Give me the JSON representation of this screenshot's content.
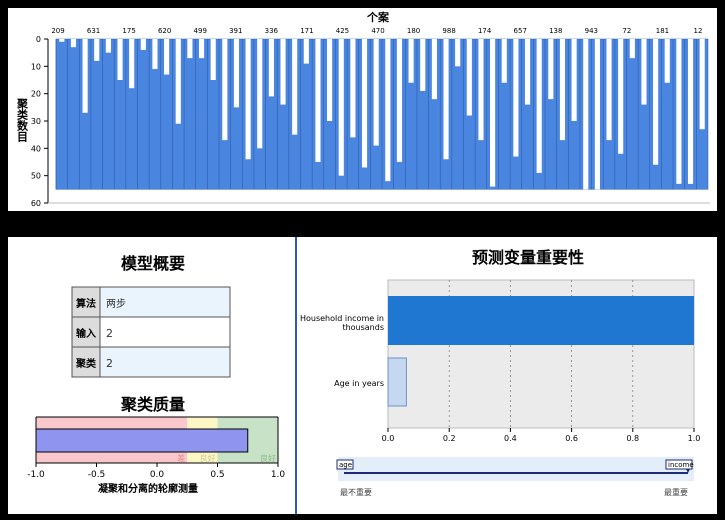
{
  "dendro": {
    "x_title": "个案",
    "y_title": "聚类数目",
    "y_ticks": [
      "0",
      "10",
      "20",
      "30",
      "40",
      "50",
      "60"
    ],
    "case_labels": [
      "209",
      "631",
      "175",
      "620",
      "499",
      "391",
      "336",
      "171",
      "425",
      "470",
      "180",
      "988",
      "174",
      "657",
      "138",
      "943",
      "72",
      "181",
      "12"
    ],
    "bar_color": "#4a86e0"
  },
  "chart_data": [
    {
      "type": "bar",
      "title": "个案",
      "ylabel": "聚类数目",
      "ylim": [
        0,
        60
      ],
      "y_inverted": true,
      "categories": [
        "209",
        "631",
        "175",
        "620",
        "499",
        "391",
        "336",
        "171",
        "425",
        "470",
        "180",
        "988",
        "174",
        "657",
        "138",
        "943",
        "72",
        "181",
        "12"
      ],
      "white_gap_depths": [
        1,
        3,
        27,
        8,
        5,
        15,
        18,
        4,
        11,
        13,
        31,
        7,
        7,
        15,
        37,
        25,
        44,
        40,
        21,
        24,
        35,
        9,
        45,
        30,
        50,
        36,
        47,
        39,
        52,
        45,
        16,
        19,
        22,
        44,
        10,
        28,
        37,
        54,
        16,
        43,
        24,
        49,
        22,
        37,
        30,
        55,
        55,
        37,
        42,
        7,
        24,
        46,
        16,
        53,
        53,
        33
      ],
      "base": 55
    },
    {
      "type": "bar",
      "title": "预测变量重要性",
      "categories": [
        "Household income in thousands",
        "Age in years"
      ],
      "values": [
        1.0,
        0.06
      ],
      "xlim": [
        0,
        1.0
      ],
      "x_ticks": [
        "0.0",
        "0.2",
        "0.4",
        "0.6",
        "0.8",
        "1.0"
      ],
      "grid": true
    },
    {
      "type": "bar",
      "title": "聚类质量",
      "xlabel": "凝聚和分离的轮廓测量",
      "values": [
        0.75
      ],
      "xlim": [
        -1.0,
        1.0
      ],
      "x_ticks": [
        "-1.0",
        "-0.5",
        "0.0",
        "0.5",
        "1.0"
      ],
      "zones": [
        "差",
        "良好",
        "良好"
      ]
    }
  ],
  "model_summary": {
    "title": "模型概要",
    "rows": [
      {
        "label": "算法",
        "value": "两步"
      },
      {
        "label": "输入",
        "value": "2"
      },
      {
        "label": "聚类",
        "value": "2"
      }
    ]
  },
  "quality": {
    "title": "聚类质量",
    "xlabel": "凝聚和分离的轮廓测量",
    "value": 0.75,
    "ticks": [
      "-1.0",
      "-0.5",
      "0.0",
      "0.5",
      "1.0"
    ],
    "zone_labels": [
      "差",
      "良好",
      "良好"
    ],
    "zone_colors": [
      "#f8c8cc",
      "#fbf6c3",
      "#c8e2c8"
    ],
    "bar_color": "#8f94ee"
  },
  "importance": {
    "title": "预测变量重要性",
    "label_income_1": "Household income in",
    "label_income_2": "thousands",
    "label_age": "Age in years",
    "ticks": [
      "0.0",
      "0.2",
      "0.4",
      "0.6",
      "0.8",
      "1.0"
    ],
    "income_value": 1.0,
    "age_value": 0.06,
    "legend_left_tag": "age",
    "legend_right_tag": "income",
    "legend_left_text": "最不重要",
    "legend_right_text": "最重要",
    "income_color": "#1f77d2",
    "age_color": "#c6d8f0"
  }
}
